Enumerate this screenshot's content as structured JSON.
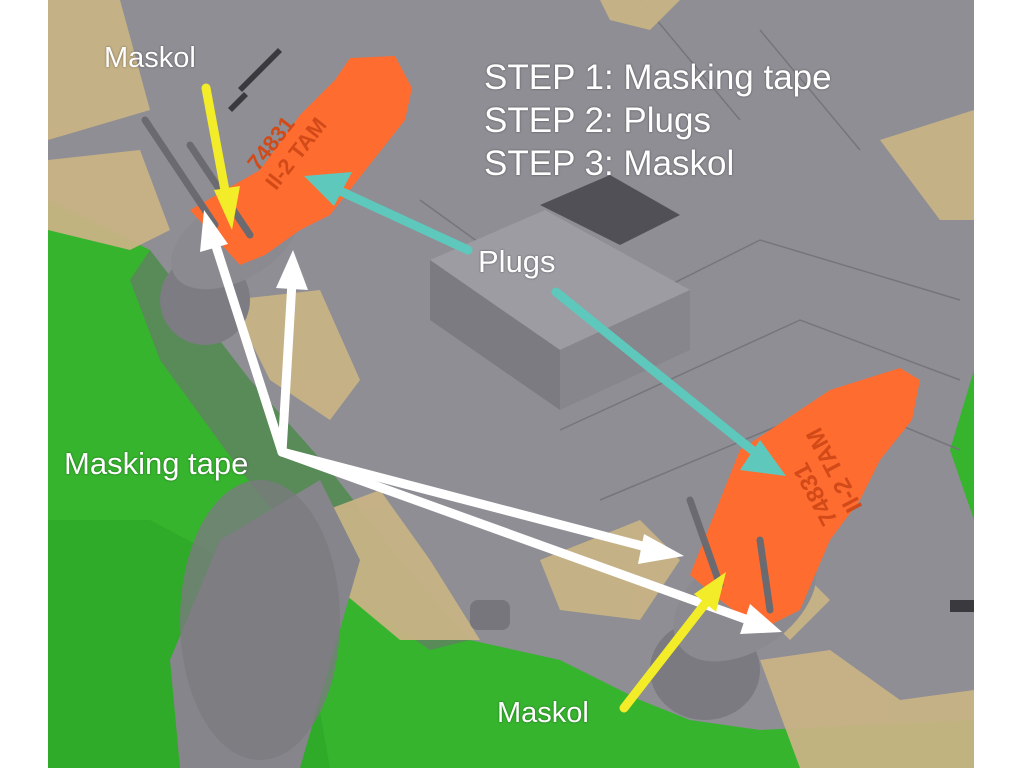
{
  "steps": {
    "step1": "STEP 1: Masking tape",
    "step2": "STEP 2: Plugs",
    "step3": "STEP 3: Maskol"
  },
  "labels": {
    "maskol_top": "Maskol",
    "plugs": "Plugs",
    "masking_tape": "Masking tape",
    "maskol_bottom": "Maskol"
  },
  "plug_markings": {
    "left": [
      "74831",
      "Il-2 TAM"
    ],
    "right": [
      "74831",
      "Il-2 TAM"
    ]
  },
  "colors": {
    "background_green": "#34b52c",
    "model_grey": "#8c8c92",
    "tape_beige": "#c9b48a",
    "plug_orange": "#ff6a2e",
    "arrow_yellow": "#f5ee2a",
    "arrow_teal": "#5ec8bc",
    "arrow_white": "#ffffff"
  }
}
